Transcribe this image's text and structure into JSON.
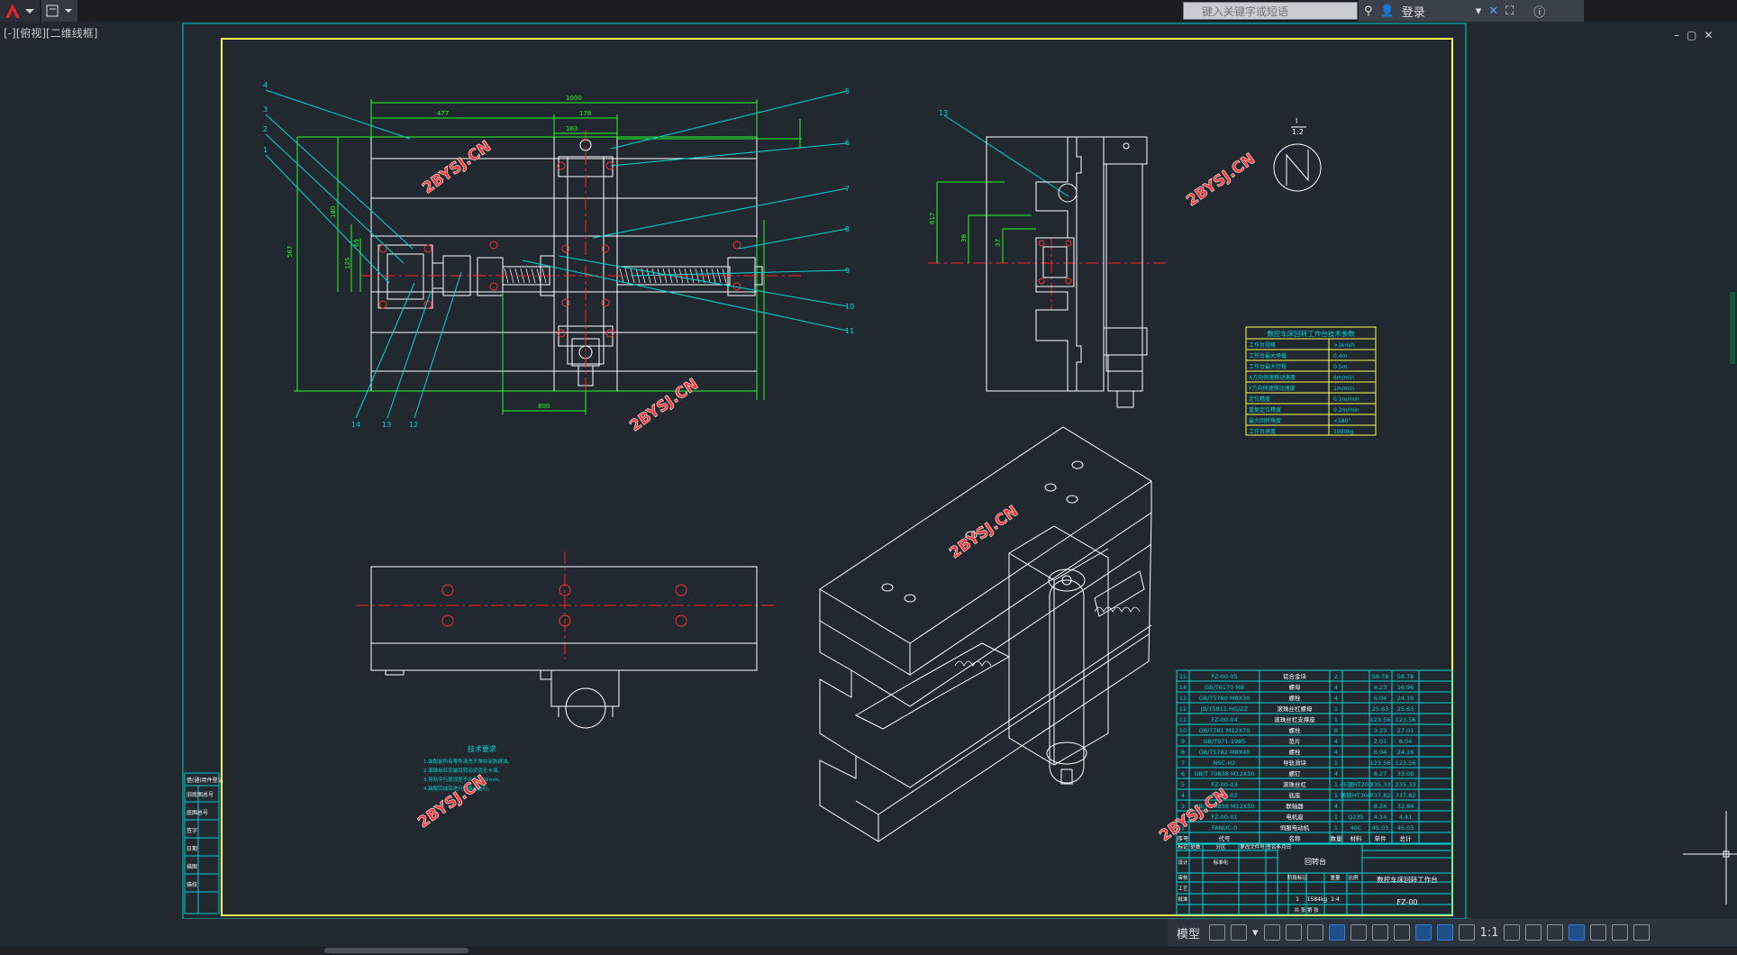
{
  "app": {
    "search_placeholder": "键入关键字或短语",
    "login_label": "登录",
    "viewport_label": "[-][俯视][二维线框]",
    "window_controls": [
      "–",
      "▢",
      "✕"
    ]
  },
  "status": {
    "model_label": "模型",
    "scale_label": "1:1"
  },
  "drawing": {
    "watermark": "2BYSJ.CN",
    "callouts_top": [
      "4",
      "3",
      "2",
      "1",
      "5",
      "6",
      "7",
      "8",
      "9",
      "10",
      "11",
      "14",
      "13",
      "12"
    ],
    "callout_side": "13",
    "dim_top": [
      "1000",
      "477",
      "178",
      "163"
    ],
    "dim_vertical": [
      "567",
      "180",
      "125",
      "65"
    ],
    "dim_bottom": "800",
    "dim_side": [
      "617",
      "38",
      "37"
    ],
    "section_label": "I",
    "section_label_2": "1:2",
    "notes_title": "技术要求",
    "notes": [
      "1.装配前所有零件清洗干净并涂防锈油。",
      "2.滚珠丝杠安装后转动灵活无卡滞。",
      "3.导轨平行度误差不大于0.02mm。",
      "4.装配完成后进行空载试运行。"
    ],
    "spec_table": {
      "title": "数控车床回转工作台技术参数",
      "rows": [
        [
          "工作台规格",
          ">1km/h"
        ],
        [
          "工作台最大承载",
          "0.4m"
        ],
        [
          "工作台最大行程",
          "0.5m"
        ],
        [
          "X方向快速移动速度",
          "6m/min"
        ],
        [
          "Y方向快速移动速度",
          "1m/min"
        ],
        [
          "定位精度",
          "0.1m/min"
        ],
        [
          "重复定位精度",
          "0.2m/min"
        ],
        [
          "最大回转角度",
          "<180°"
        ],
        [
          "工作台承重",
          "1000kg"
        ]
      ]
    },
    "bom_rows": [
      [
        "15",
        "FZ-00-05",
        "铝合金块",
        "2",
        "",
        "58.78",
        "58.78"
      ],
      [
        "14",
        "GB/T6170 M8",
        "螺母",
        "4",
        "",
        "4.23",
        "16.96"
      ],
      [
        "13",
        "GB/T5780 M8X30",
        "螺栓",
        "4",
        "",
        "6.04",
        "24.16"
      ],
      [
        "12",
        "JB/T5811 HG/ZZ",
        "滚珠丝杠螺母",
        "1",
        "",
        "25.63",
        "25.63"
      ],
      [
        "11",
        "FZ-00-04",
        "滚珠丝杠支撑座",
        "1",
        "",
        "123.56",
        "123.56"
      ],
      [
        "10",
        "GB/T781 M12X70",
        "螺栓",
        "8",
        "",
        "3.23",
        "27.01"
      ],
      [
        "9",
        "GB/T971-1985",
        "垫片",
        "4",
        "",
        "2.01",
        "8.04"
      ],
      [
        "8",
        "GB/T5782 M8X40",
        "螺栓",
        "4",
        "",
        "6.04",
        "24.16"
      ],
      [
        "7",
        "NSC-H2",
        "导轨滑块",
        "1",
        "",
        "123.56",
        "123.56"
      ],
      [
        "6",
        "GB/T 70838 M12X50",
        "螺钉",
        "4",
        "",
        "8.27",
        "33.08"
      ],
      [
        "5",
        "FZ-00-03",
        "滚珠丝杠",
        "1",
        "45钢HT200",
        "235.33",
        "235.33"
      ],
      [
        "4",
        "FZ-00-02",
        "底座",
        "1",
        "铸铁HT300",
        "737.82",
        "737.82"
      ],
      [
        "3",
        "GB/T 70838 M12X50",
        "联轴器",
        "4",
        "",
        "8.24",
        "32.84"
      ],
      [
        "2",
        "FZ-00-01",
        "电机座",
        "1",
        "Q235",
        "4.14",
        "4.41"
      ],
      [
        "1",
        "FANUC-0",
        "伺服电动机",
        "1",
        "40C",
        "45.03",
        "45.03"
      ]
    ],
    "bom_header": [
      "序号",
      "代号",
      "名称",
      "数量",
      "材料",
      "单件",
      "总计"
    ],
    "title_block": {
      "unit_name": "回转台",
      "drawing_name": "数控车床回转工作台",
      "drawing_no": "FZ-00",
      "weight": "1584kg",
      "scale": "1:4",
      "count": "1",
      "labels": [
        "标记",
        "处数",
        "分区",
        "更改文件号",
        "签名",
        "年月日",
        "设计",
        "标准化",
        "阶段标记",
        "重量",
        "比例",
        "审核",
        "工艺",
        "批准",
        "共 张 第 张"
      ]
    },
    "left_strip": [
      "借(通)用件登记",
      "旧底图总号",
      "底图总号",
      "签字",
      "日期",
      "描图",
      "描校"
    ]
  },
  "colors": {
    "background": "#212830",
    "geometry": "#ffffff",
    "dimension": "#22ff22",
    "callout": "#00e0e0",
    "centerline": "#ff2020",
    "frame": "#ffff55",
    "watermark": "#ff3030"
  }
}
